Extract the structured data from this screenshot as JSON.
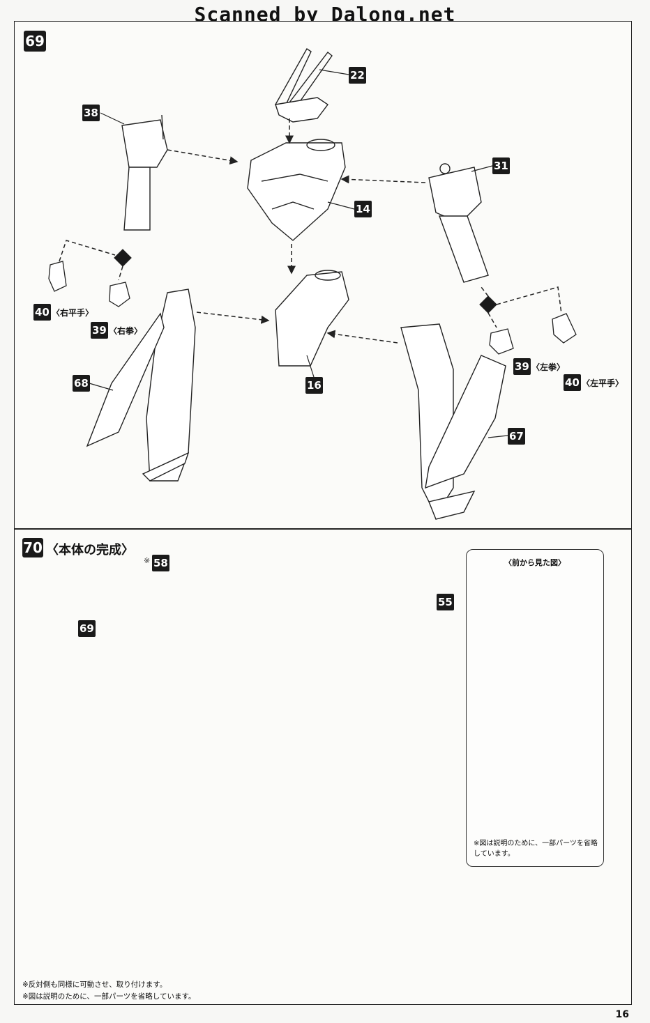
{
  "header": {
    "watermark": "Scanned by Dalong.net"
  },
  "step69": {
    "number": "69",
    "callouts": {
      "p22": "22",
      "p38": "38",
      "p14": "14",
      "p31": "31",
      "p16": "16",
      "p68": "68",
      "p67": "67",
      "p40r": "40",
      "p39r": "39",
      "p39l": "39",
      "p40l": "40"
    },
    "labels": {
      "right_open_hand": "〈右平手〉",
      "right_fist": "〈右拳〉",
      "left_fist": "〈左拳〉",
      "left_open_hand": "〈左平手〉"
    }
  },
  "step70": {
    "number": "70",
    "title": "〈本体の完成〉",
    "callouts": {
      "p58": "58",
      "p69": "69",
      "p55": "55"
    },
    "asterisk": "※",
    "inset": {
      "title": "〈前から見た図〉",
      "note": "※図は説明のために、一部パーツを省略しています。"
    }
  },
  "notes": [
    "※反対側も同様に可動させ、取り付けます。",
    "※図は説明のために、一部パーツを省略しています。"
  ],
  "page_number": "16"
}
